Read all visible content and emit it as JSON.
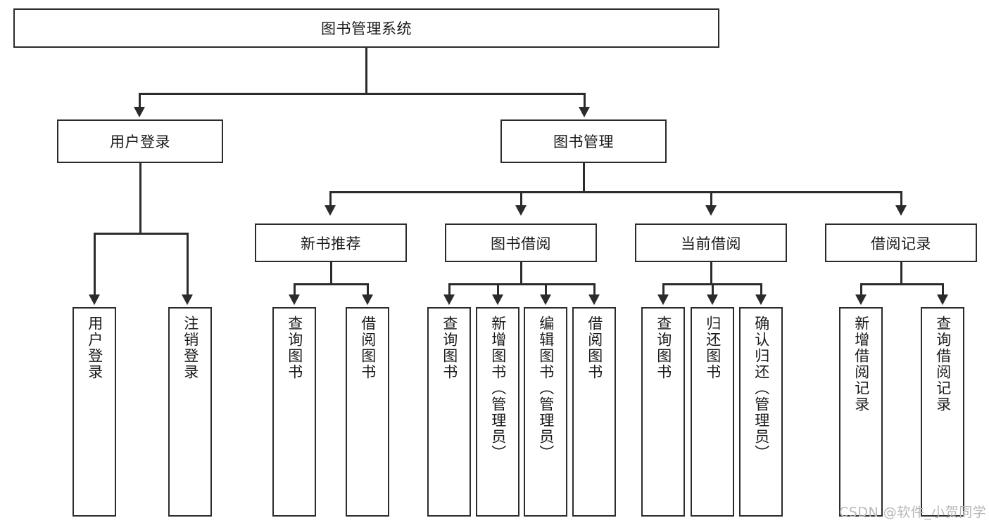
{
  "diagram": {
    "type": "tree-hierarchy",
    "title": "图书管理系统",
    "root": {
      "label": "图书管理系统"
    },
    "level1": [
      {
        "label": "用户登录"
      },
      {
        "label": "图书管理"
      }
    ],
    "level2": [
      {
        "label": "新书推荐"
      },
      {
        "label": "图书借阅"
      },
      {
        "label": "当前借阅"
      },
      {
        "label": "借阅记录"
      }
    ],
    "leaves": {
      "user_login": [
        {
          "label": "用户登录"
        },
        {
          "label": "注销登录"
        }
      ],
      "new_book_recommend": [
        {
          "label": "查询图书"
        },
        {
          "label": "借阅图书"
        }
      ],
      "book_borrow": [
        {
          "label": "查询图书"
        },
        {
          "label": "新增图书（管理员）"
        },
        {
          "label": "编辑图书（管理员）"
        },
        {
          "label": "借阅图书"
        }
      ],
      "current_borrow": [
        {
          "label": "查询图书"
        },
        {
          "label": "归还图书"
        },
        {
          "label": "确认归还（管理员）"
        }
      ],
      "borrow_record": [
        {
          "label": "新增借阅记录"
        },
        {
          "label": "查询借阅记录"
        }
      ]
    }
  },
  "watermark": {
    "text": "CSDN @软件_小贺同学"
  },
  "colors": {
    "stroke": "#2b2b2b",
    "fill": "#ffffff",
    "text": "#1a1a1a",
    "watermark": "#b8b8b8"
  }
}
